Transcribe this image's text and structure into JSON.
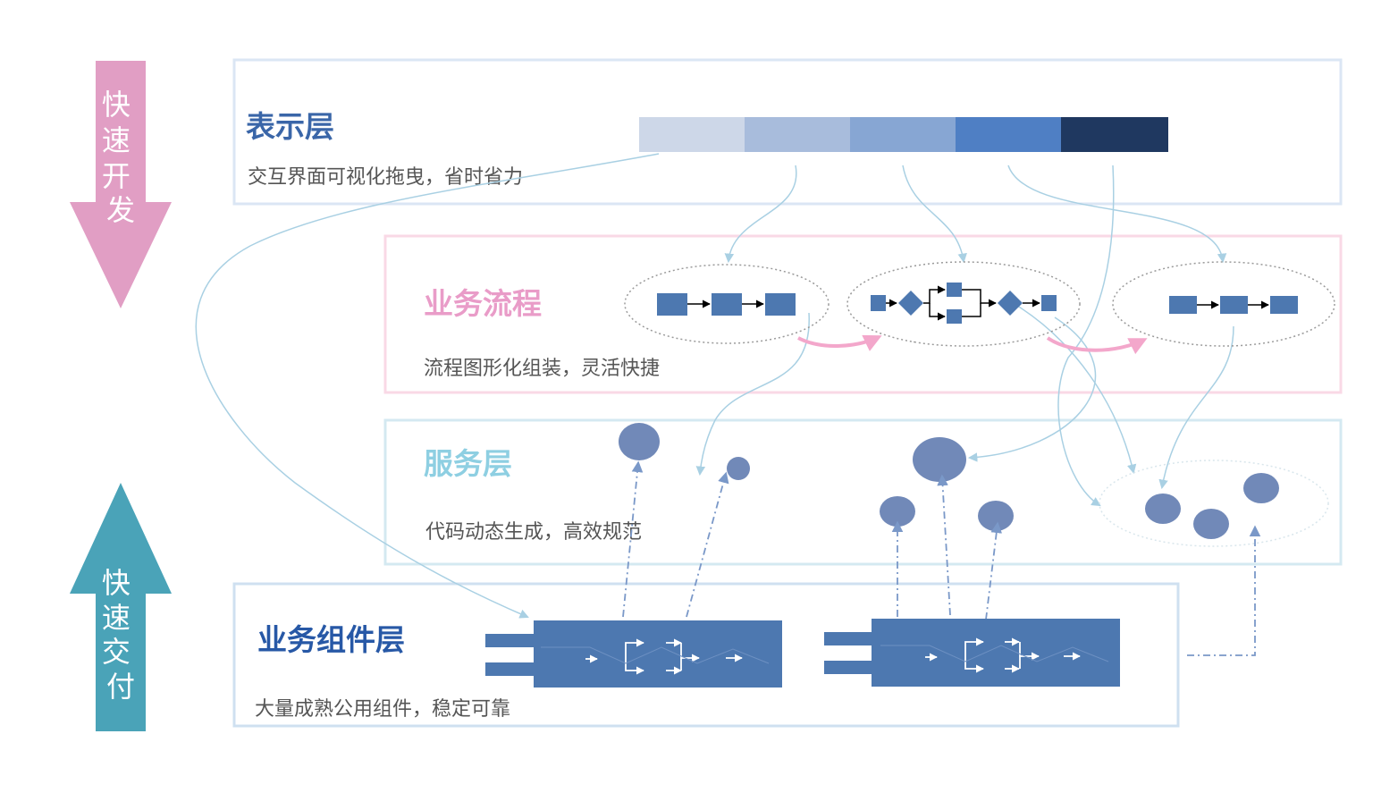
{
  "left_arrows": {
    "top": {
      "text": "快速开发",
      "color": "#e19ec4",
      "direction": "down"
    },
    "bottom": {
      "text": "快速交付",
      "color": "#4aa3b8",
      "direction": "up"
    }
  },
  "layers": {
    "presentation": {
      "title": "表示层",
      "desc": "交互界面可视化拖曳，省时省力",
      "title_color": "#3a66a8",
      "border_color": "#dbe6f4"
    },
    "process": {
      "title": "业务流程",
      "desc": "流程图形化组装，灵活快捷",
      "title_color": "#e99cc8",
      "border_color": "#f9d9e6"
    },
    "service": {
      "title": "服务层",
      "desc": "代码动态生成，高效规范",
      "title_color": "#8ecfe2",
      "border_color": "#d4e9f1"
    },
    "component": {
      "title": "业务组件层",
      "desc": "大量成熟公用组件，稳定可靠",
      "title_color": "#2758a6",
      "border_color": "#cfe0f0"
    }
  },
  "gradient_bar_colors": [
    "#cdd7e8",
    "#a8bcdc",
    "#87a6d3",
    "#4f7fc4",
    "#1f3860"
  ],
  "colors": {
    "node": "#4d78b0",
    "ellipse_service": "#7189b8",
    "connector": "#a9d0e3",
    "dashed_arrow": "#7a98c8",
    "pink_arrow": "#f3a7cb"
  }
}
